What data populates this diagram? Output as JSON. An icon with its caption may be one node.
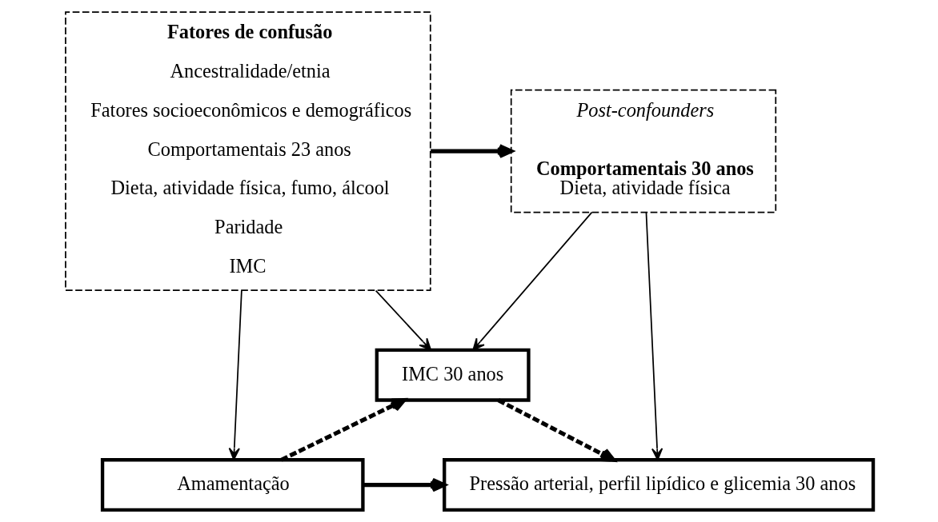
{
  "diagram": {
    "nodes": [
      {
        "text": [
          "Fatores de confusão",
          "Ancestralidade/etnia",
          "Fatores socioeconômicos e demográficos",
          "Comportamentais 23 anos",
          "Dieta, atividade física, fumo, álcool",
          "Paridade",
          "IMC"
        ]
      },
      {
        "text": [
          "Post-confounders",
          "Comportamentais 30 anos",
          "Dieta, atividade física"
        ]
      },
      {
        "text": [
          "IMC 30 anos"
        ]
      },
      {
        "text": [
          "Amamentação"
        ]
      },
      {
        "text": [
          "Pressão arterial, perfil lipídico e glicemia 30 anos"
        ]
      }
    ],
    "edges": [
      {
        "from": 0,
        "to": 1,
        "arrow": "to",
        "style": "thick"
      },
      {
        "from": 0,
        "to": 2,
        "arrow": "to"
      },
      {
        "from": 0,
        "to": 3,
        "arrow": "to"
      },
      {
        "from": 1,
        "to": 2,
        "arrow": "to"
      },
      {
        "from": 1,
        "to": 4,
        "arrow": "to"
      },
      {
        "from": 3,
        "to": 2,
        "arrow": "to",
        "style": "dashed"
      },
      {
        "from": 2,
        "to": 4,
        "arrow": "to",
        "style": "dashed"
      },
      {
        "from": 3,
        "to": 4,
        "arrow": "to",
        "style": "thick"
      }
    ]
  }
}
